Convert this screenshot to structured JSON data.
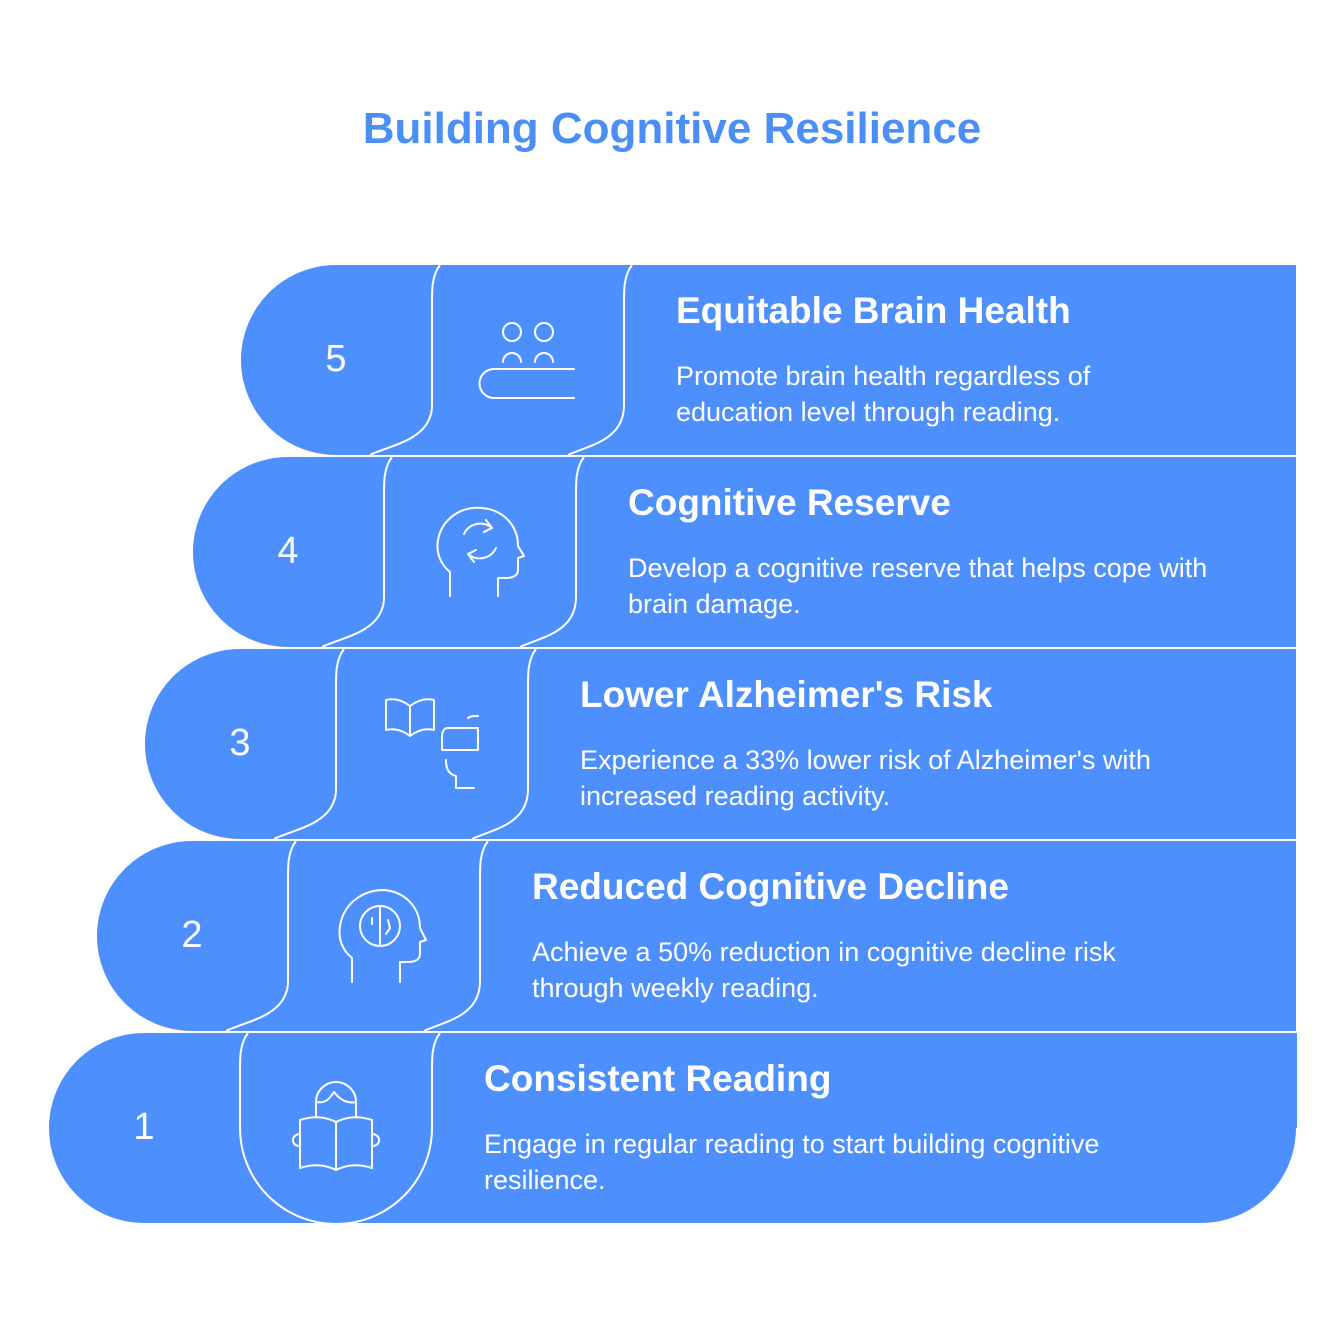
{
  "title": "Building Cognitive Resilience",
  "steps": [
    {
      "number": "5",
      "icon": "equality-people-icon",
      "title": "Equitable Brain Health",
      "description": "Promote brain health regardless of education level through reading."
    },
    {
      "number": "4",
      "icon": "head-cycle-icon",
      "title": "Cognitive Reserve",
      "description": "Develop a cognitive reserve that helps cope with brain damage."
    },
    {
      "number": "3",
      "icon": "book-head-icon",
      "title": "Lower Alzheimer's Risk",
      "description": "Experience a 33% lower risk of Alzheimer's with increased reading activity."
    },
    {
      "number": "2",
      "icon": "head-brain-icon",
      "title": "Reduced Cognitive Decline",
      "description": "Achieve a 50% reduction in cognitive decline risk through weekly reading."
    },
    {
      "number": "1",
      "icon": "person-reading-icon",
      "title": "Consistent Reading",
      "description": "Engage in regular reading to start building cognitive resilience."
    }
  ],
  "colors": {
    "primary": "#4d8ffc",
    "title": "#4b8ef5",
    "line": "#ffffff"
  }
}
